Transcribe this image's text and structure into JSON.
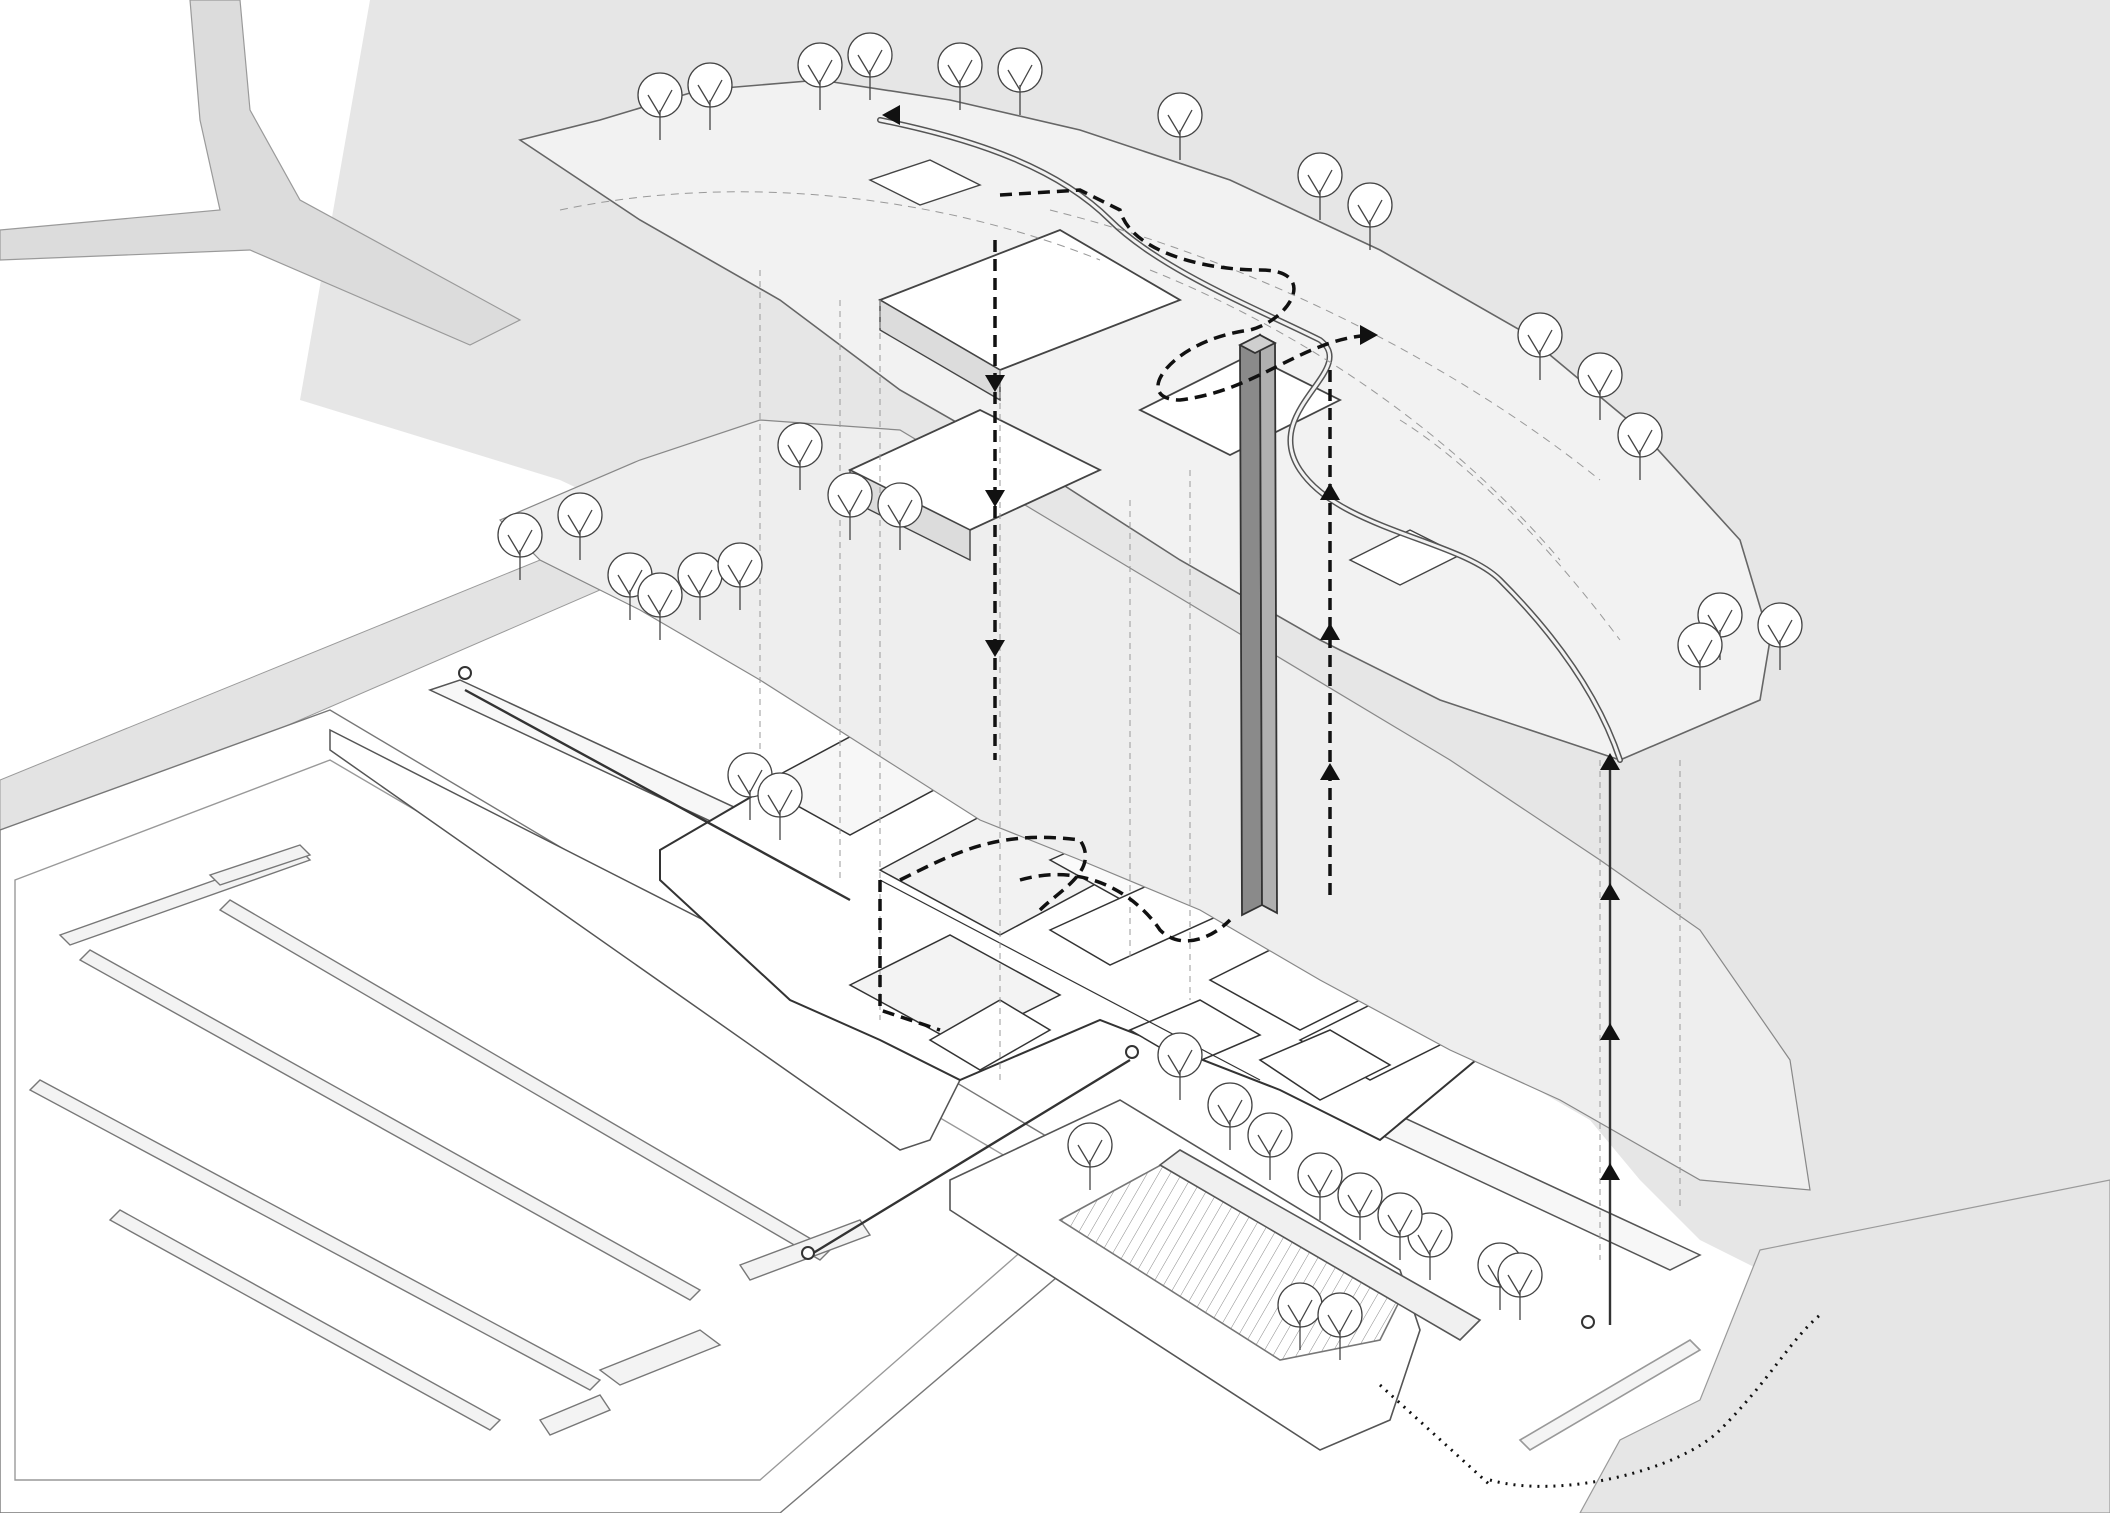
{
  "diagram": {
    "type": "axonometric-exploded-site-diagram",
    "colors": {
      "background": "#ffffff",
      "ground_gray": "#e6e6e6",
      "landscape_fill": "#efefef",
      "building_fill": "#ffffff",
      "tower_fill": "#9a9a9a",
      "line": "#333333",
      "thin_line": "#7a7a7a",
      "circulation": "#111111"
    },
    "layers": [
      "ground-plane-with-parking-and-road",
      "building-plan-level",
      "roof-landscape-level",
      "observation-tower"
    ],
    "legend": [],
    "labels": []
  }
}
